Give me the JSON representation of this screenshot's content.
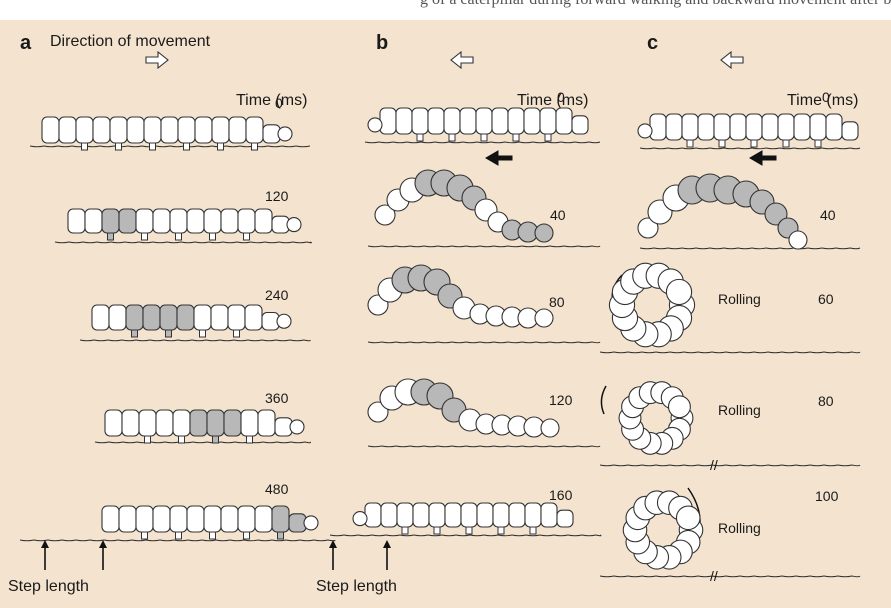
{
  "figure": {
    "caption_fragment": "g of a caterpillar during forward walking and backward movement after being tapped",
    "panels": [
      {
        "letter": "a",
        "direction_label": "Direction of movement",
        "time_header": "Time (ms)",
        "frames": [
          {
            "time": "0"
          },
          {
            "time": "120"
          },
          {
            "time": "240"
          },
          {
            "time": "360"
          },
          {
            "time": "480"
          }
        ],
        "step_label": "Step length"
      },
      {
        "letter": "b",
        "time_header": "Time (ms)",
        "frames": [
          {
            "time": "0"
          },
          {
            "time": "40"
          },
          {
            "time": "80"
          },
          {
            "time": "120"
          },
          {
            "time": "160"
          }
        ],
        "step_label": "Step length"
      },
      {
        "letter": "c",
        "time_header": "Time (ms)",
        "frames": [
          {
            "time": "0"
          },
          {
            "time": "40"
          },
          {
            "time": "60",
            "state": "Rolling"
          },
          {
            "time": "80",
            "state": "Rolling"
          },
          {
            "time": "100",
            "state": "Rolling"
          }
        ]
      }
    ],
    "colors": {
      "background": "#f4e4cf",
      "body_fill": "#ffffff",
      "contracted_fill": "#b8b8b8",
      "outline": "#333333"
    }
  }
}
